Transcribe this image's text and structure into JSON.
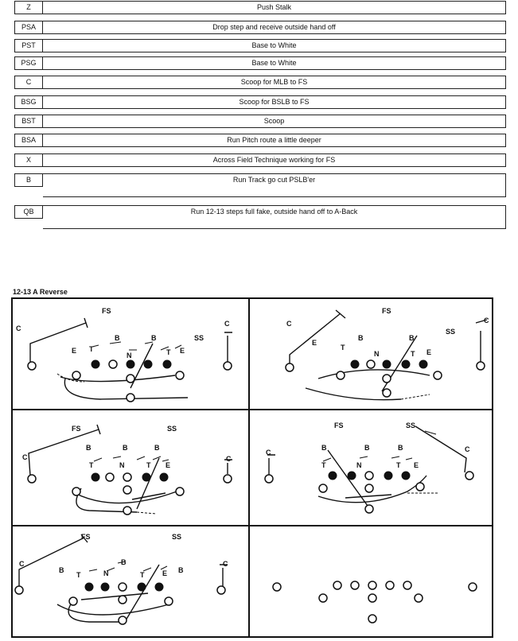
{
  "assignments": [
    {
      "pos": "Z",
      "desc": "Push Stalk"
    },
    {
      "pos": "PSA",
      "desc": "Drop step and receive outside hand off"
    },
    {
      "pos": "PST",
      "desc": "Base to White"
    },
    {
      "pos": "PSG",
      "desc": "Base to White"
    },
    {
      "pos": "C",
      "desc": "Scoop for MLB to FS"
    },
    {
      "pos": "BSG",
      "desc": "Scoop for BSLB to FS"
    },
    {
      "pos": "BST",
      "desc": "Scoop"
    },
    {
      "pos": "BSA",
      "desc": "Run Pitch route a little deeper"
    },
    {
      "pos": "X",
      "desc": "Across Field Technique working for FS"
    },
    {
      "pos": "B",
      "desc": "Run Track go cut PSLB'er"
    },
    {
      "pos": "QB",
      "desc": "Run 12-13 steps full fake, outside hand off to A-Back"
    }
  ],
  "diagram_caption": "12-13 A Reverse",
  "panels": [
    {
      "labels": {
        "fs": "FS",
        "ss": "SS",
        "c_left": "C",
        "c_right": "C",
        "e_left": "E",
        "t_left": "T",
        "b1": "B",
        "n": "N",
        "b2": "B",
        "t_right": "T",
        "e_right": "E"
      }
    },
    {
      "labels": {
        "fs": "FS",
        "ss": "SS",
        "c_left": "C",
        "c_right": "C",
        "e_left": "E",
        "t_left": "T",
        "b1": "B",
        "n": "N",
        "b2": "B",
        "t_right": "T",
        "e_right": "E"
      }
    },
    {
      "labels": {
        "fs": "FS",
        "ss": "SS",
        "c_left": "C",
        "c_right": "C",
        "b1": "B",
        "b2": "B",
        "b3": "B",
        "t_left": "T",
        "n": "N",
        "t_right": "T",
        "e_right": "E"
      }
    },
    {
      "labels": {
        "fs": "FS",
        "ss": "SS",
        "c_left": "C",
        "c_right": "C",
        "b1": "B",
        "b2": "B",
        "b3": "B",
        "t_left": "T",
        "n": "N",
        "t_right": "T",
        "e_right": "E"
      }
    },
    {
      "labels": {
        "fs": "FS",
        "ss": "SS",
        "c_left": "C",
        "c_right": "C",
        "b_left": "B",
        "b1": "B",
        "b_right": "B",
        "t_left": "T",
        "n": "N",
        "t_right": "T",
        "e_right": "E"
      }
    },
    {
      "labels": {}
    }
  ]
}
